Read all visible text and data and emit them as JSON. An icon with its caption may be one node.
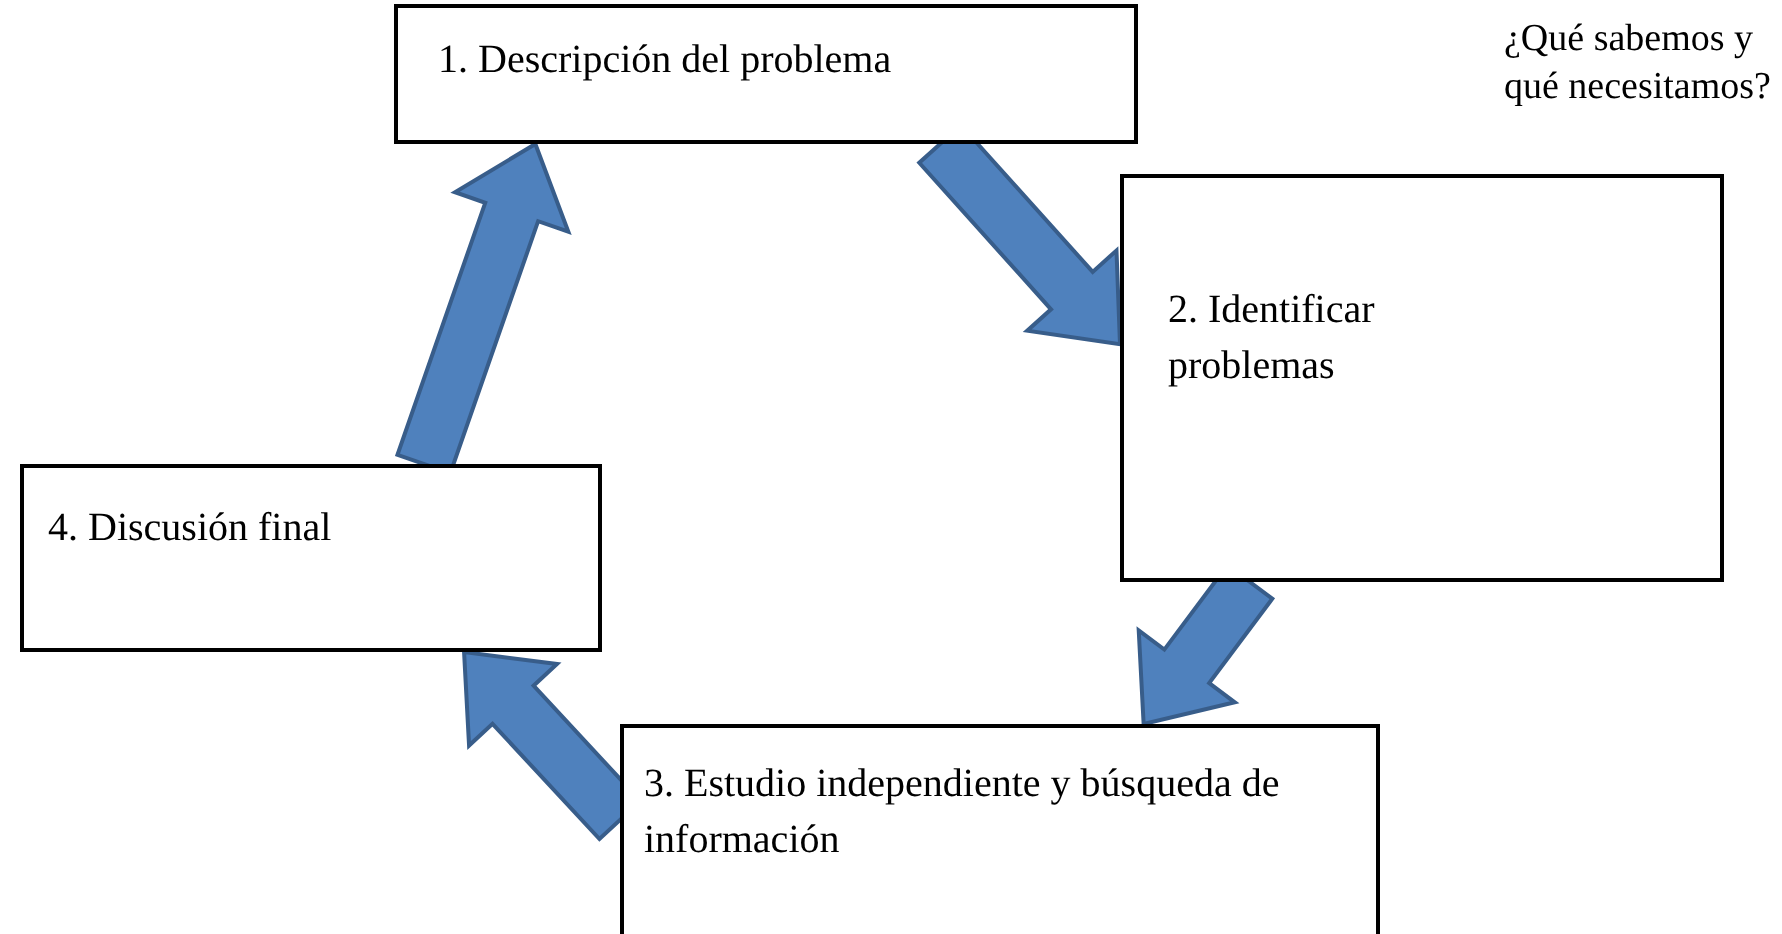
{
  "diagram": {
    "nodes": [
      {
        "text": [
          "1. Descripción del problema"
        ]
      },
      {
        "text": [
          "2. Identificar problemas"
        ]
      },
      {
        "text": [
          "3. Estudio independiente y búsqueda de información"
        ]
      },
      {
        "text": [
          "4. Discusión final"
        ]
      }
    ],
    "edges": [
      {
        "from": 0,
        "to": 1,
        "arrow": "to"
      },
      {
        "from": 1,
        "to": 2,
        "arrow": "to"
      },
      {
        "from": 2,
        "to": 3,
        "arrow": "to"
      },
      {
        "from": 3,
        "to": 0,
        "arrow": "to"
      }
    ],
    "labels": [
      "¿Qué sabemos y qué necesitamos?"
    ]
  }
}
